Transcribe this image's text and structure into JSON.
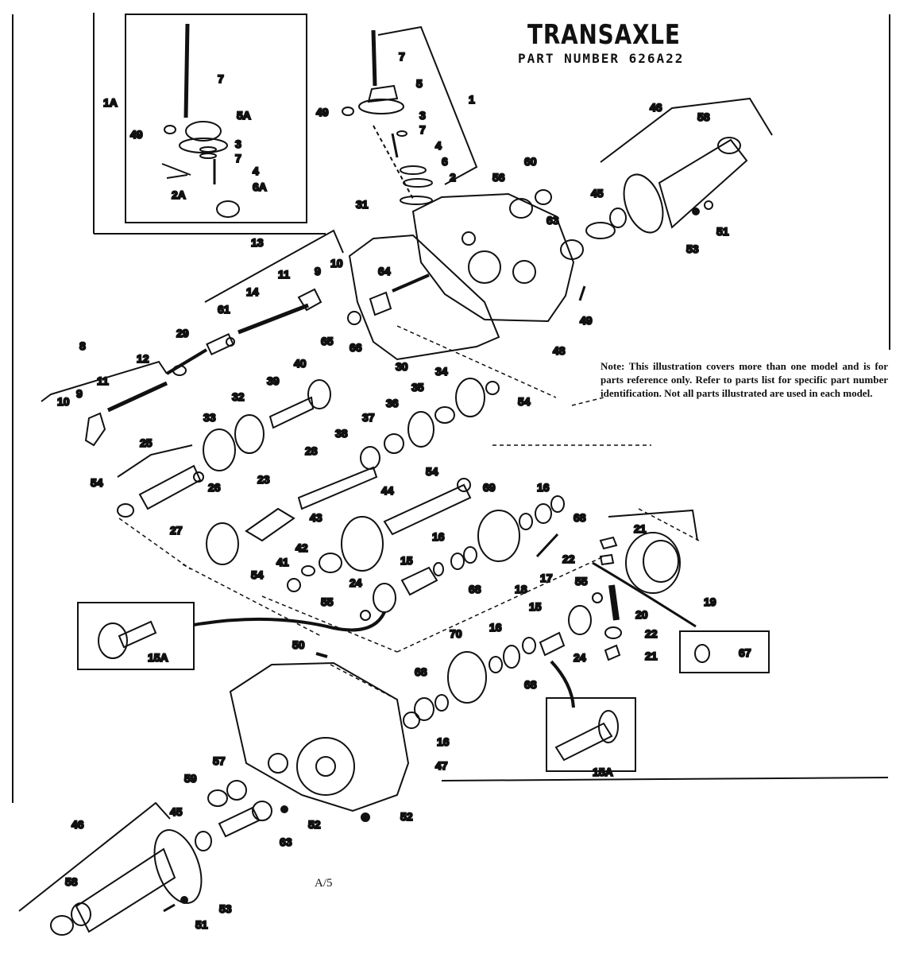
{
  "title": "TRANSAXLE",
  "part_number": "PART NUMBER 626A22",
  "note": "Note: This illustration covers more than one model and is for parts reference only. Refer to parts list for specific part number identification. Not all parts illustrated are used in each model.",
  "page_id": "A/5",
  "callouts": {
    "c1A": "1A",
    "c7a": "7",
    "c49a": "49",
    "c5A": "5A",
    "c3a": "3",
    "c7b": "7",
    "c4a": "4",
    "c2A": "2A",
    "c6A": "6A",
    "c7c": "7",
    "c5": "5",
    "c1": "1",
    "c49b": "49",
    "c3b": "3",
    "c7d": "7",
    "c4b": "4",
    "c6": "6",
    "c2": "2",
    "c31": "31",
    "c46a": "46",
    "c58a": "58",
    "c56": "56",
    "c60": "60",
    "c45a": "45",
    "c63a": "63",
    "c53a": "53",
    "c51a": "51",
    "c13": "13",
    "c11a": "11",
    "c9a": "9",
    "c10a": "10",
    "c14": "14",
    "c61": "61",
    "c29": "29",
    "c64": "64",
    "c65": "65",
    "c66": "66",
    "c30": "30",
    "c48": "48",
    "c49c": "49",
    "c8": "8",
    "c12": "12",
    "c11b": "11",
    "c10b": "10",
    "c9b": "9",
    "c40": "40",
    "c39": "39",
    "c32": "32",
    "c33": "33",
    "c34": "34",
    "c35": "35",
    "c54a": "54",
    "c36": "36",
    "c37": "37",
    "c38": "38",
    "c25": "25",
    "c26": "26",
    "c28": "28",
    "c54b": "54",
    "c54c": "54",
    "c23": "23",
    "c44": "44",
    "c69": "69",
    "c16a": "16",
    "c68a": "68",
    "c27": "27",
    "c43": "43",
    "c42": "42",
    "c41": "41",
    "c54d": "54",
    "c16b": "16",
    "c15a": "15",
    "c68b": "68",
    "c17": "17",
    "c18": "18",
    "c24a": "24",
    "c55a": "55",
    "c21a": "21",
    "c22a": "22",
    "c19": "19",
    "c55b": "55",
    "c20": "20",
    "c15A1": "15A",
    "c50": "50",
    "c15b": "15",
    "c24b": "24",
    "c22b": "22",
    "c21b": "21",
    "c67": "67",
    "c16c": "16",
    "c70": "70",
    "c68c": "68",
    "c68d": "68",
    "c16d": "16",
    "c47": "47",
    "c15A2": "15A",
    "c59": "59",
    "c57": "57",
    "c52a": "52",
    "c52b": "52",
    "c63b": "63",
    "c45b": "45",
    "c46b": "46",
    "c58b": "58",
    "c53b": "53",
    "c51b": "51"
  }
}
